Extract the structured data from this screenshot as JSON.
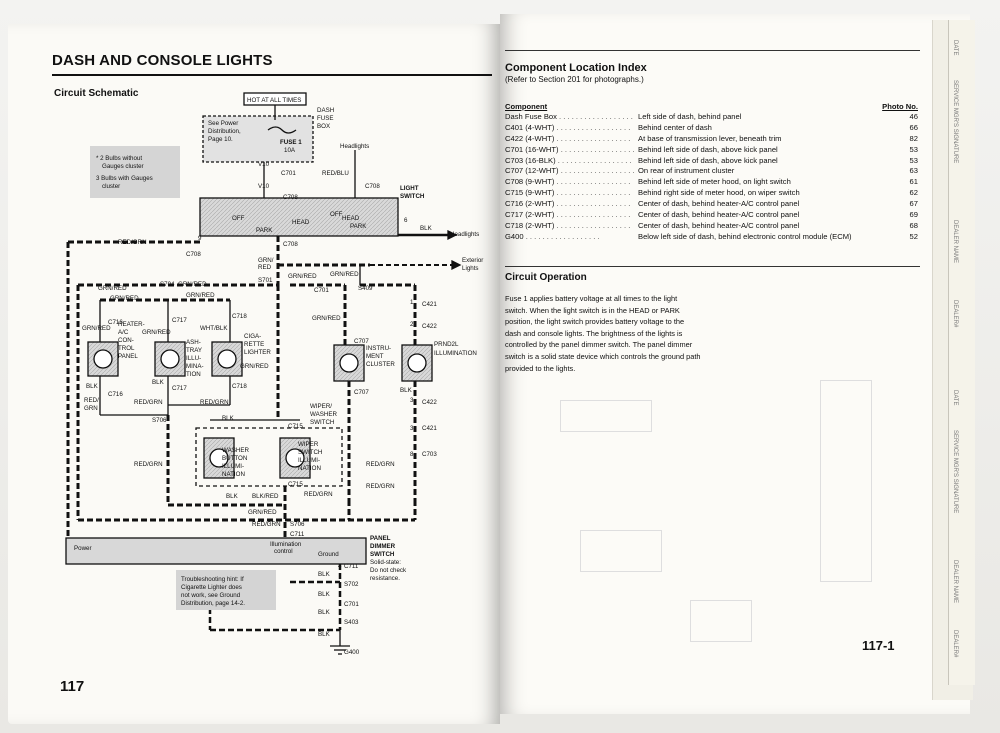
{
  "left_page": {
    "title": "DASH AND CONSOLE LIGHTS",
    "subtitle": "Circuit Schematic",
    "page_number": "117"
  },
  "schematic": {
    "hot_at_all_times": "HOT AT ALL TIMES",
    "fuse_box_label_1": "DASH",
    "fuse_box_label_2": "FUSE",
    "fuse_box_label_3": "BOX",
    "power_dist_1": "See Power",
    "power_dist_2": "Distribution,",
    "power_dist_3": "Page 10.",
    "fuse_name": "FUSE 1",
    "fuse_rating": "10A",
    "legend_1a": "* 2 Bulbs without",
    "legend_1b": "Gauges cluster",
    "legend_2a": "3 Bulbs with Gauges",
    "legend_2b": "cluster",
    "headlights_top": "Headlights",
    "headlights_right": "Headlights",
    "exterior_1": "Exterior",
    "exterior_2": "Lights",
    "light_switch_1": "LIGHT",
    "light_switch_2": "SWITCH",
    "sw_off_l": "OFF",
    "sw_head_l": "HEAD",
    "sw_park_l": "PARK",
    "sw_off_r": "OFF",
    "sw_head_r": "HEAD",
    "sw_park_r": "PARK",
    "v10a": "V10",
    "v10b": "V10",
    "c701_a": "C701",
    "c708_a": "C708",
    "c708_b": "C708",
    "c708_c": "C708",
    "c708_d": "C708",
    "red_blu": "RED/BLU",
    "blk_a": "BLK",
    "red_grn_a": "RED/GRN",
    "grn_red_a": "GRN/",
    "grn_red_a2": "RED",
    "s701": "S701",
    "grn_red_b": "GRN/RED",
    "grn_red_c": "GRN/RED",
    "s409": "S409",
    "c701_b": "C701",
    "grn_red_d": "GRN/RED",
    "grn_red_e": "GRN/RED",
    "s704": "S704",
    "grn_red_f": "GRN/RED",
    "grn_red_g": "GRN/RED",
    "c421_a": "C421",
    "c422_a": "C422",
    "heater_1": "HEATER-",
    "heater_2": "A/C",
    "heater_3": "CON-",
    "heater_4": "TROL",
    "heater_5": "PANEL",
    "ashtray_1": "ASH-",
    "ashtray_2": "TRAY",
    "ashtray_3": "ILLU-",
    "ashtray_4": "MINA-",
    "ashtray_5": "TION",
    "cig_1": "CIGA-",
    "cig_2": "RETTE",
    "cig_3": "LIGHTER",
    "wht_blk": "WHT/BLK",
    "c716_a": "C716",
    "c716_b": "C716",
    "c717_a": "C717",
    "c717_b": "C717",
    "c718_a": "C718",
    "c718_b": "C718",
    "grn_red_h": "GRN/RED",
    "grn_red_i": "GRN/RED",
    "grn_red_j": "GRN/RED",
    "grn_red_k": "GRN/RED",
    "instr_1": "INSTRU-",
    "instr_2": "MENT",
    "instr_3": "CLUSTER",
    "c707_a": "C707",
    "c707_b": "C707",
    "prnd_1": "PRND2L",
    "prnd_2": "ILLUMINATION",
    "blk_b": "BLK",
    "blk_c": "BLK",
    "blk_d": "BLK",
    "blk_e": "BLK",
    "red_grn_b": "RED/",
    "red_grn_b2": "GRN",
    "red_grn_c": "RED/GRN",
    "red_grn_d": "RED/GRN",
    "s706_a": "S706",
    "c422_b": "C422",
    "c421_b": "C421",
    "c703": "C703",
    "wiper_1": "WIPER/",
    "wiper_2": "WASHER",
    "wiper_3": "SWITCH",
    "c715_a": "C715",
    "c715_b": "C715",
    "washer_1": "WASHER",
    "washer_2": "BUTTON",
    "washer_3": "ILLUMI-",
    "washer_4": "NATION",
    "wsw_1": "WIPER",
    "wsw_2": "SWITCH",
    "wsw_3": "ILLUMI-",
    "wsw_4": "NATION",
    "red_grn_e": "RED/GRN",
    "red_grn_f": "RED/GRN",
    "red_grn_g": "RED/GRN",
    "red_grn_h": "RED/GRN",
    "red_grn_i": "RED/GRN",
    "blk_red": "BLK/RED",
    "blk_f": "BLK",
    "grn_red_l": "GRN/RED",
    "s706_b": "S706",
    "c711_a": "C711",
    "panel_dim_1": "PANEL",
    "panel_dim_2": "DIMMER",
    "panel_dim_3": "SWITCH",
    "panel_dim_4": "Solid-state:",
    "panel_dim_5": "Do not check",
    "panel_dim_6": "resistance.",
    "power_lbl": "Power",
    "illum_1": "Illumination",
    "illum_2": "control",
    "ground_lbl": "Ground",
    "blk_g": "BLK",
    "c711_b": "C711",
    "s702": "S702",
    "blk_h": "BLK",
    "c701_c": "C701",
    "blk_i": "BLK",
    "s403": "S403",
    "blk_j": "BLK",
    "g400": "G400",
    "trouble_1": "Troubleshooting hint: If",
    "trouble_2": "Cigarette Lighter does",
    "trouble_3": "not work, see Ground",
    "trouble_4": "Distribution, page 14-2.",
    "n2": "2",
    "n1": "1",
    "n9": "9",
    "n6": "6",
    "n3": "3",
    "n8": "8",
    "n4": "4"
  },
  "right_page": {
    "title": "Component Location Index",
    "ref": "(Refer to Section 201 for photographs.)",
    "col_component": "Component",
    "col_photo": "Photo No.",
    "rows": [
      {
        "component": "Dash Fuse Box",
        "location": "Left side of dash, behind panel",
        "photo": "46"
      },
      {
        "component": "C401 (4-WHT)",
        "location": "Behind center of dash",
        "photo": "66"
      },
      {
        "component": "C422 (4-WHT)",
        "location": "At base of transmission lever, beneath trim",
        "photo": "82"
      },
      {
        "component": "C701 (16-WHT)",
        "location": "Behind left side of dash, above kick panel",
        "photo": "53"
      },
      {
        "component": "C703 (16-BLK)",
        "location": "Behind left side of dash, above kick panel",
        "photo": "53"
      },
      {
        "component": "C707 (12-WHT)",
        "location": "On rear of instrument cluster",
        "photo": "63"
      },
      {
        "component": "C708 (9-WHT)",
        "location": "Behind left side of meter hood, on light switch",
        "photo": "61"
      },
      {
        "component": "C715 (9-WHT)",
        "location": "Behind right side of meter hood, on wiper switch",
        "photo": "62"
      },
      {
        "component": "C716 (2-WHT)",
        "location": "Center of dash, behind heater-A/C control panel",
        "photo": "67"
      },
      {
        "component": "C717 (2-WHT)",
        "location": "Center of dash, behind heater-A/C control panel",
        "photo": "69"
      },
      {
        "component": "C718 (2-WHT)",
        "location": "Center of dash, behind heater-A/C control panel",
        "photo": "68"
      },
      {
        "component": "G400",
        "location": "Below left side of dash, behind electronic control module (ECM)",
        "photo": "52"
      }
    ],
    "op_title": "Circuit Operation",
    "op_text": "Fuse 1 applies battery voltage at all times to the light switch. When the light switch is in the HEAD or PARK position, the light switch provides battery voltage to the dash and console lights. The brightness of the lights is controlled by the panel dimmer switch. The panel dimmer switch is a solid state device which controls the ground path provided to the lights.",
    "page_number": "117-1"
  },
  "edge_tabs": [
    "DATE",
    "SERVICE MGR'S SIGNATURE",
    "DEALER NAME",
    "DEALER#",
    "DATE",
    "SERVICE MGR'S SIGNATURE",
    "DEALER NAME",
    "DEALER#"
  ]
}
